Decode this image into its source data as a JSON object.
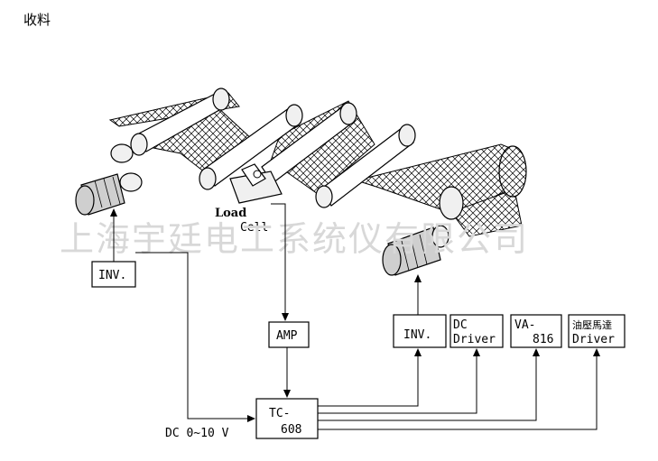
{
  "header": {
    "title": "收料"
  },
  "watermark": {
    "text": "上海宇廷电工系统仪有限公司"
  },
  "colors": {
    "line": "#000000",
    "watermark": "#d8d8d8",
    "mesh": "#000000"
  },
  "sensor": {
    "label_line1": "Load",
    "label_line2": "Cell"
  },
  "boxes": {
    "inv_left": "INV.",
    "amp": "AMP",
    "inv_right": "INV.",
    "dc_driver_line1": "DC",
    "dc_driver_line2": "Driver",
    "va_line1": "VA-",
    "va_line2": "816",
    "hyd_line1": "油壓馬達",
    "hyd_line2": "Driver",
    "tc_line1": "TC-",
    "tc_line2": "608"
  },
  "signal": {
    "dc_label": "DC 0~10 V"
  },
  "icons": [
    "roller-icon",
    "motor-icon",
    "load-cell-icon",
    "arrow-icon"
  ]
}
